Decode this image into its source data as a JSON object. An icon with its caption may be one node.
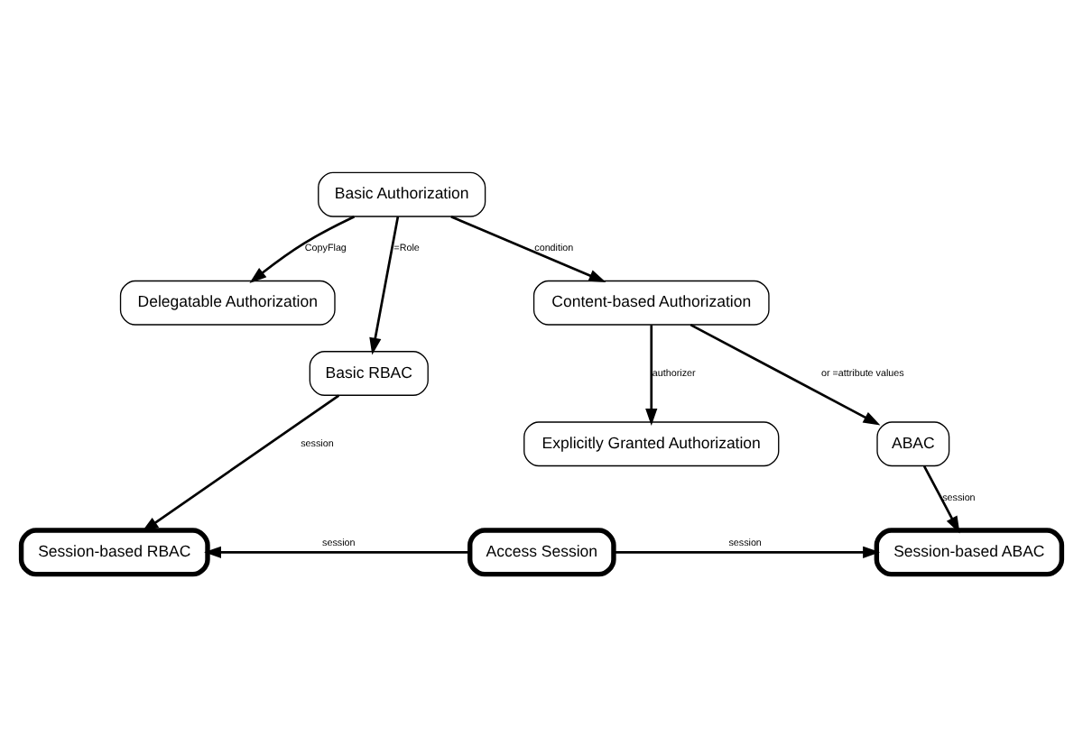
{
  "diagram": {
    "nodes": [
      {
        "text": [
          "Basic Authorization"
        ]
      },
      {
        "text": [
          "Delegatable Authorization"
        ]
      },
      {
        "text": [
          "Basic RBAC"
        ]
      },
      {
        "text": [
          "Content-based Authorization"
        ]
      },
      {
        "text": [
          "Explicitly Granted Authorization"
        ]
      },
      {
        "text": [
          "ABAC"
        ]
      },
      {
        "text": [
          "Session-based RBAC"
        ]
      },
      {
        "text": [
          "Access Session"
        ]
      },
      {
        "text": [
          "Session-based ABAC"
        ]
      }
    ],
    "edges": [
      {
        "from": 0,
        "to": 1,
        "arrow": "to",
        "label": "CopyFlag"
      },
      {
        "from": 0,
        "to": 2,
        "arrow": "to",
        "label": "=Role"
      },
      {
        "from": 0,
        "to": 3,
        "arrow": "to",
        "label": "condition"
      },
      {
        "from": 3,
        "to": 4,
        "arrow": "to",
        "label": "authorizer"
      },
      {
        "from": 3,
        "to": 5,
        "arrow": "to",
        "label": "or =attribute values"
      },
      {
        "from": 2,
        "to": 6,
        "arrow": "to",
        "label": "session"
      },
      {
        "from": 5,
        "to": 8,
        "arrow": "to",
        "label": "session"
      },
      {
        "from": 7,
        "to": 6,
        "arrow": "to",
        "label": "session"
      },
      {
        "from": 7,
        "to": 8,
        "arrow": "to",
        "label": "session"
      }
    ]
  }
}
